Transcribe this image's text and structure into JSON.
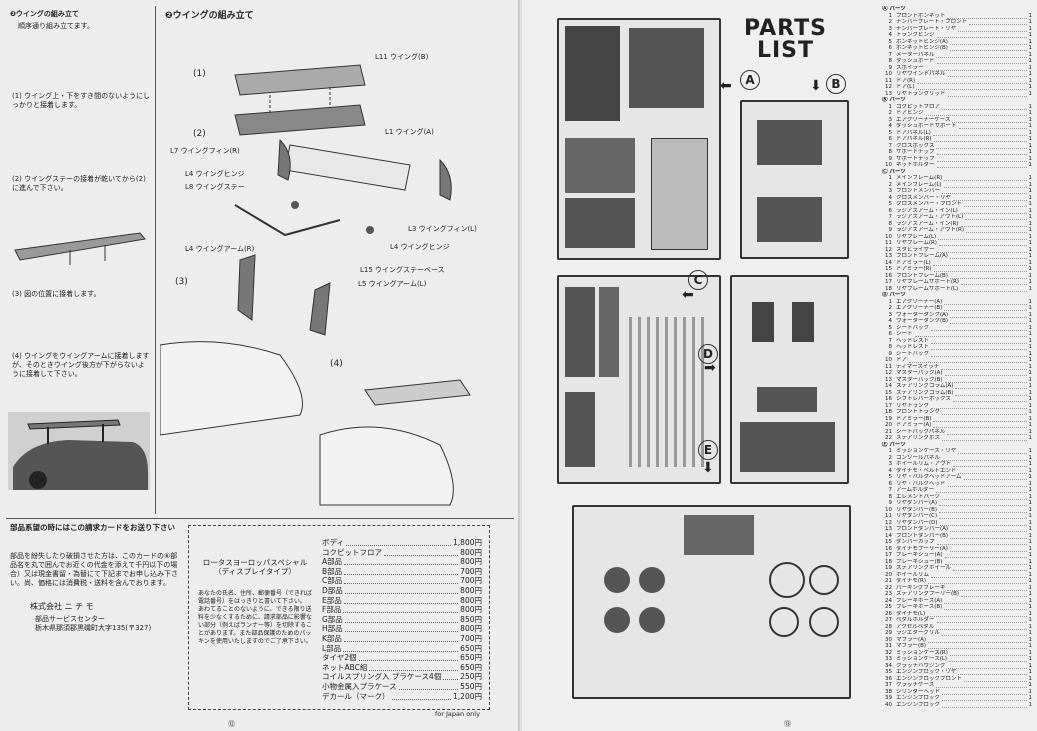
{
  "left_page": {
    "step_title": "❷ウイングの組み立て",
    "side_title": "❷ウイングの組み立て",
    "side_sub": "順序通り組み立てます。",
    "notes": [
      "(1) ウイング上・下をすき間のないようにしっかりと接着します。",
      "(2) ウイングステーの接着が乾いてから(2)に進んで下さい。",
      "(3) 図の位置に接着します。",
      "(4) ウイングをウイングアームに接着しますが、そのときウイング後方が下がらないように接着して下さい。"
    ],
    "steps": [
      "(1)",
      "(2)",
      "(3)",
      "(4)"
    ],
    "callouts": [
      "L11 ウイング(B)",
      "L1 ウイング(A)",
      "L7 ウイングフィン(R)",
      "L4 ウイングヒンジ",
      "L8 ウイングステー",
      "L3 ウイングフィン(L)",
      "L4 ウイングヒンジ",
      "L4 ウイングアーム(R)",
      "L15 ウイングステーベース",
      "L5 ウイングアーム(L)"
    ],
    "order_header": "部品系望の時にはこの請求カードをお送り下さい",
    "order_text": "部品を紛失したり破損させた方は、このカードの⑥部品名を丸で囲んでお近くの代金を添えて千円以下の場合）又は現金書留・為替にて下記までお申し込み下さい。尚、価格には消費税・送料を含んでおります。",
    "company": "株式会社 ニ チ モ",
    "company_dept": "部品サービスセンター",
    "company_addr": "栃木県那須郡黒磯町大字135(〒327)",
    "kit_name": "ロータスヨーロッパスペシャル\n（ディスプレイタイプ）",
    "card_text": "あなたの氏名、住所、郵便番号（できれば電話番号）をはっきりと書いて下さい。\nあわてることのないように、できる限り送料を少なくするために、請求部品に影響ない部分（例えばランナー等）を切除することがあります。また部品保護のためのパッキンを使用いたしますのでご了承下さい。",
    "price_list": [
      {
        "label": "ボディ",
        "price": "1,800円"
      },
      {
        "label": "コクピットフロア",
        "price": "800円"
      },
      {
        "label": "A部品",
        "price": "800円"
      },
      {
        "label": "B部品",
        "price": "700円"
      },
      {
        "label": "C部品",
        "price": "700円"
      },
      {
        "label": "D部品",
        "price": "800円"
      },
      {
        "label": "E部品",
        "price": "800円"
      },
      {
        "label": "F部品",
        "price": "800円"
      },
      {
        "label": "G部品",
        "price": "850円"
      },
      {
        "label": "H部品",
        "price": "800円"
      },
      {
        "label": "K部品",
        "price": "700円"
      },
      {
        "label": "L部品",
        "price": "650円"
      },
      {
        "label": "タイヤ2個",
        "price": "650円"
      },
      {
        "label": "ネットABC組",
        "price": "650円"
      },
      {
        "label": "コイルスプリング入 プラケース4個",
        "price": "250円"
      },
      {
        "label": "小物金属入プラケース",
        "price": "550円"
      },
      {
        "label": "デカール（マーク）",
        "price": "1,200円"
      }
    ],
    "footnote": "for Japan only",
    "page_number": "⑫"
  },
  "right_page": {
    "title": "PARTS\nLIST",
    "sprue_labels": [
      "A",
      "B",
      "C",
      "D",
      "E"
    ],
    "parts": [
      {
        "sec": "Ⓐ パーツ",
        "items": [
          "フロントボンネット",
          "ナンバープレート・フロント",
          "ナンバープレート・リヤ",
          "トランクヒンジ",
          "ボンネットヒンジ(A)",
          "ボンネットヒンジ(B)",
          "メーターパネル",
          "ダッシュボード",
          "スポイラー",
          "リヤウインドパネル",
          "ドア(R)",
          "ドア(L)",
          "リヤトランクリッド"
        ]
      },
      {
        "sec": "Ⓑ パーツ",
        "items": [
          "コクピットフロア",
          "ドアヒンジ",
          "エアクリーナーケース",
          "ダッシュボードサポート",
          "ドアパネル(L)",
          "ドアパネル(R)",
          "クロスボックス",
          "サポートチップ",
          "サポートチップ",
          "ネットホルダー"
        ]
      },
      {
        "sec": "Ⓒ パーツ",
        "items": [
          "メインフレーム(R)",
          "メインフレーム(L)",
          "フロントメンバー",
          "クロスメンバー・リヤ",
          "クロスメンバー・フロント",
          "ラジアスアーム・イン(L)",
          "ラジアスアーム・アウト(L)",
          "ラジアスアーム・イン(R)",
          "ラジアスアーム・アウト(R)",
          "リヤフレーム(L)",
          "リヤフレーム(R)",
          "スタビライザー",
          "フロントフレーム(A)",
          "ドアミラー(L)",
          "ドアミラー(R)",
          "フロントフレーム(B)",
          "リヤフレームサポート(R)",
          "リヤフレームサポート(L)"
        ]
      },
      {
        "sec": "Ⓓ パーツ",
        "items": [
          "エアクリーナー(A)",
          "エアクリーナー(B)",
          "ウォータータンク(A)",
          "ウォータータンク(B)",
          "シートバック",
          "シート",
          "ヘッドレスト",
          "ヘッドレスト",
          "シートバック",
          "ドア",
          "ディマースイッチ",
          "マスターバック(A)",
          "マスターバック(B)",
          "ステアリングコラム(A)",
          "ステアリングコラム(B)",
          "シフトレバーボックス",
          "リヤトランク",
          "フロントトランク",
          "ドアミラー(B)",
          "ドアミラー(A)",
          "シートバックパネル",
          "ステアリングボス"
        ]
      },
      {
        "sec": "Ⓔ パーツ",
        "items": [
          "ミッションケース・リヤ",
          "コンソールパネル",
          "ホイールリム・アウト",
          "ダイナモ・ベルトエンド",
          "リヤ・バルクヘッドアーム",
          "リヤ・バルクヘッド",
          "アームホルダー",
          "エレメントパーツ",
          "リヤダンパー(A)",
          "リヤダンパー(B)",
          "リヤダンパー(C)",
          "リヤダンパー(D)",
          "フロントダンパー(A)",
          "フロントダンパー(B)",
          "ダンパーカップ",
          "ダイナモプーリー(A)",
          "ブレーキシュー(A)",
          "ブレーキシュー(B)",
          "ステアリングホイール",
          "ホイールリム",
          "ダイナモ(R)",
          "パーキングブレーキ",
          "ステアリングプーリー(B)",
          "ブレーキホース(A)",
          "ブレーキホース(B)",
          "ダイナモ(L)",
          "ペダルホルダー",
          "アクセルペダル",
          "ラジエターグリル",
          "マフラー(A)",
          "マフラー(B)",
          "ミッションケース(R)",
          "ミッションケース(L)",
          "クラッチハウジング",
          "エンジンブロック・リヤ",
          "エンジンブロックフロント",
          "クラッチケース",
          "シリンダーヘッド",
          "エンジンブロック",
          "エンジンブロック"
        ]
      }
    ],
    "page_number": "⑬"
  }
}
